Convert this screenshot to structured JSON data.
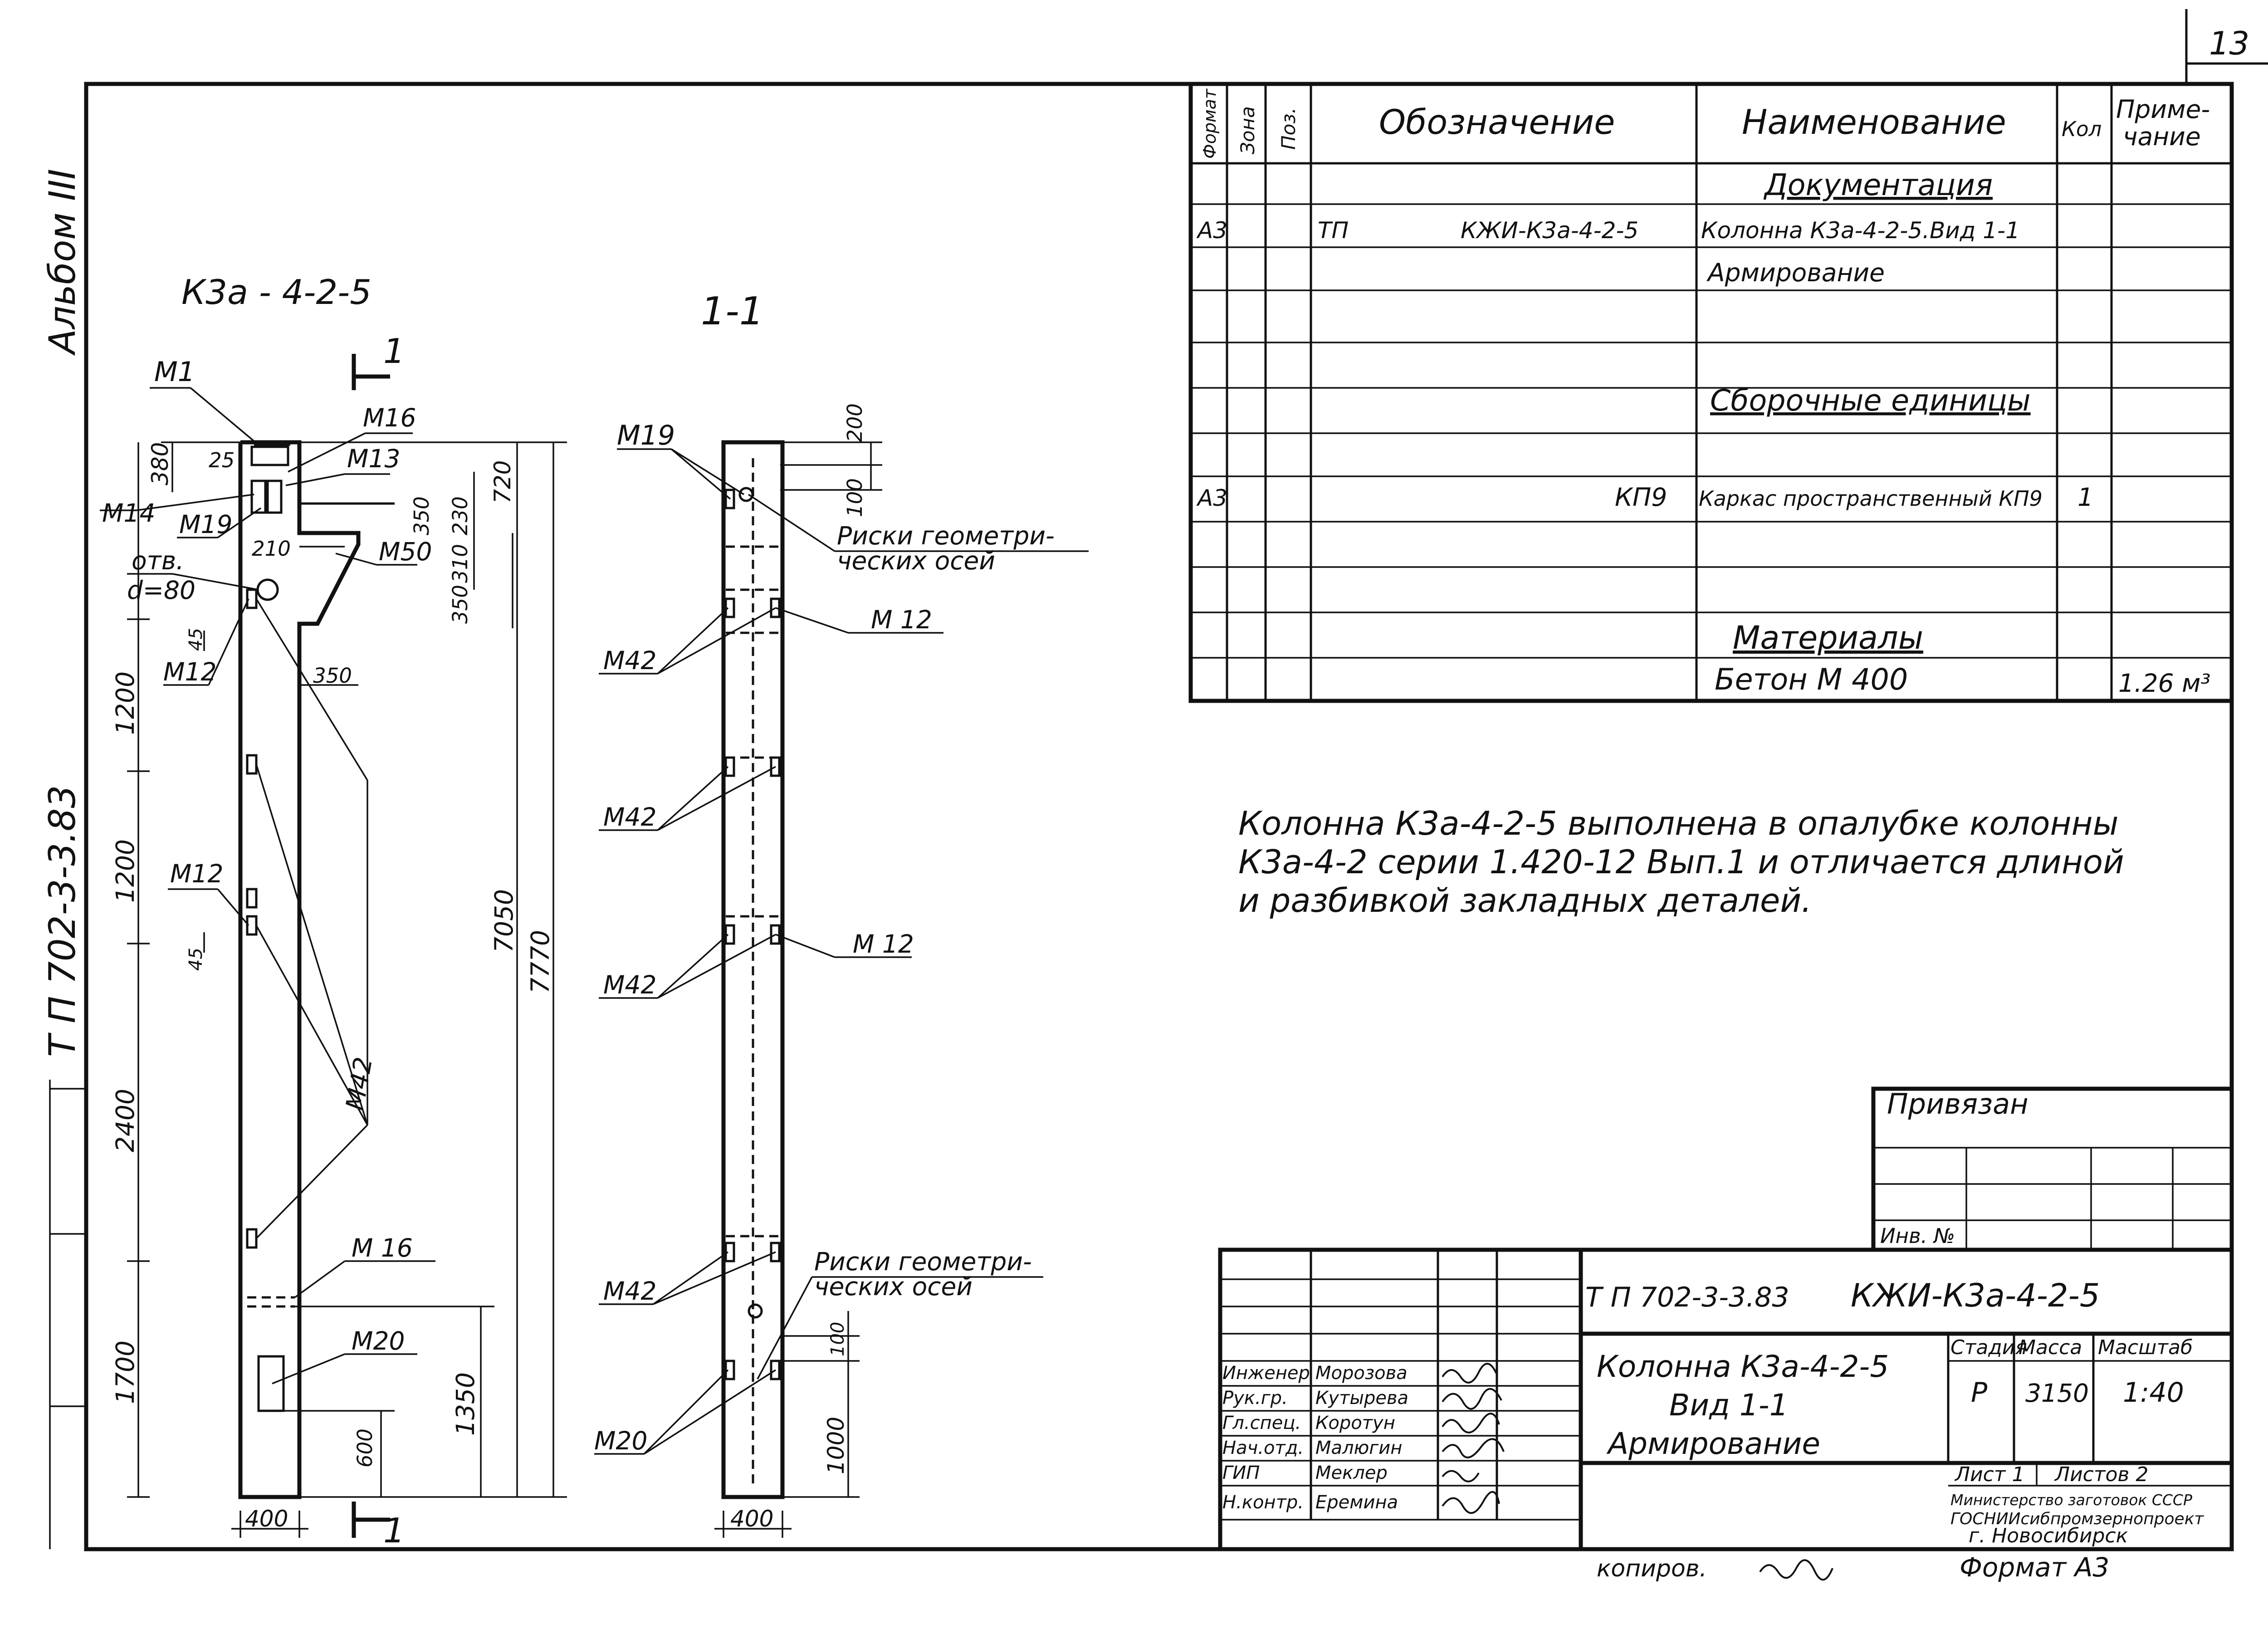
{
  "sheet": {
    "page_number": "13",
    "album": "Альбом III",
    "series": "Т П   702-3-3.83",
    "copied_by": "копиров.",
    "format": "Формат А3"
  },
  "drawing": {
    "elevation_title": "К3а - 4-2-5",
    "section_title": "1-1",
    "section_mark": "1",
    "labels": {
      "m1": "М1",
      "m16a": "М16",
      "m13": "М13",
      "m14": "М14",
      "m19": "М19",
      "m50": "М50",
      "m12a": "М12",
      "m12b": "М12",
      "m42": "М42",
      "m16b": "М 16",
      "m20": "М20",
      "hole": "отв.",
      "hole_d": "d=80"
    },
    "dims": {
      "d380": "380",
      "d25": "25",
      "d210": "210",
      "d350a": "350",
      "d230": "230",
      "d720": "720",
      "d310": "310",
      "d350b": "350",
      "d350c": "350",
      "d45a": "45",
      "d45b": "45",
      "d1200a": "1200",
      "d1200b": "1200",
      "d2400": "2400",
      "d1700": "1700",
      "d7050": "7050",
      "d7770": "7770",
      "d1350": "1350",
      "d600": "600",
      "d400a": "400",
      "d200": "200",
      "d100a": "100",
      "d100b": "100",
      "d1000": "1000",
      "d400b": "400"
    },
    "section_labels": {
      "m19": "М19",
      "risks1_a": "Риски геометри-",
      "risks1_b": "ческих осей",
      "m12a": "М 12",
      "m42a": "М42",
      "m42b": "М42",
      "m12b": "М 12",
      "m42c": "М42",
      "m42d": "М42",
      "risks2_a": "Риски геометри-",
      "risks2_b": "ческих осей",
      "m20": "М20"
    }
  },
  "spec": {
    "headers": {
      "format": "Формат",
      "zone": "Зона",
      "pos": "Поз.",
      "designation": "Обозначение",
      "name": "Наименование",
      "qty": "Кол",
      "note_a": "Приме-",
      "note_b": "чание"
    },
    "section_docs": "Документация",
    "row_a3_format": "А3",
    "row_a3_tp": "ТП",
    "row_a3_code": "КЖИ-К3а-4-2-5",
    "row_a3_name": "Колонна К3а-4-2-5.Вид 1-1",
    "row_arm": "Армирование",
    "section_weld": "Сборочные единицы",
    "row_kp_format": "А3",
    "row_kp_code": "КП9",
    "row_kp_name": "Каркас пространственный КП9",
    "row_kp_qty": "1",
    "section_materials": "Материалы",
    "row_concrete": "Бетон  М 400",
    "row_concrete_note": "1.26 м³"
  },
  "note": {
    "line1": "Колонна К3а-4-2-5 выполнена в опалубке колонны",
    "line2": "К3а-4-2 серии 1.420-12 Вып.1 и отличается длиной",
    "line3": "и разбивкой закладных деталей."
  },
  "binding": {
    "title": "Привязан",
    "inv": "Инв. №"
  },
  "title_block": {
    "code": "Т П  702-3-3.83",
    "doc_code": "КЖИ-К3а-4-2-5",
    "name_line1": "Колонна К3а-4-2-5",
    "name_line2": "Вид 1-1",
    "name_line3": "Армирование",
    "stage_label": "Стадия",
    "mass_label": "Масса",
    "scale_label": "Масштаб",
    "stage": "Р",
    "mass": "3150",
    "scale": "1:40",
    "sheet_label": "Лист 1",
    "sheets_label": "Листов 2",
    "org_line1": "Министерство заготовок СССР",
    "org_line2": "ГОСНИИсибпромзернопроект",
    "org_line3": "г. Новосибирск",
    "roles": [
      {
        "role": "Инженер",
        "name": "Морозова"
      },
      {
        "role": "Рук.гр.",
        "name": "Кутырева"
      },
      {
        "role": "Гл.спец.",
        "name": "Коротун"
      },
      {
        "role": "Нач.отд.",
        "name": "Малюгин"
      },
      {
        "role": "ГИП",
        "name": "Меклер"
      },
      {
        "role": "Н.контр.",
        "name": "Еремина"
      }
    ]
  }
}
